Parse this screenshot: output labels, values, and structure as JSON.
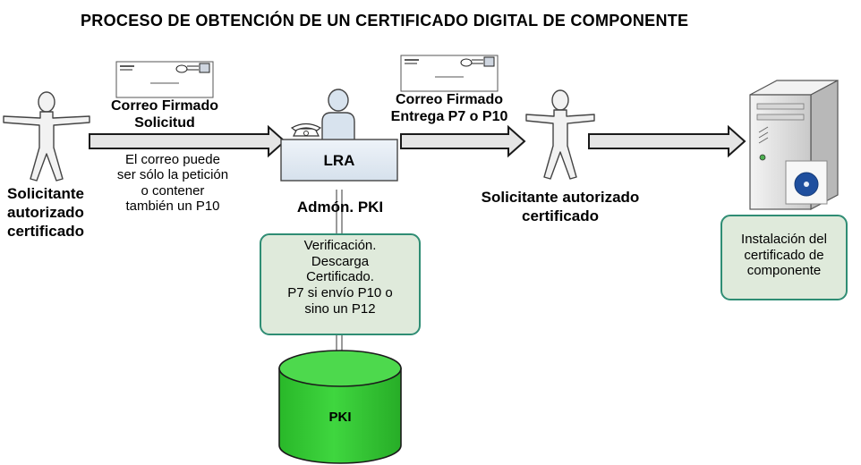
{
  "title": "PROCESO DE OBTENCIÓN DE UN CERTIFICADO DIGITAL DE COMPONENTE",
  "actors": {
    "left": [
      "Solicitante",
      "autorizado",
      "certificado"
    ],
    "middle": [
      "Solicitante autorizado",
      "certificado"
    ]
  },
  "mail1": {
    "line1": "Correo Firmado",
    "line2": "Solicitud"
  },
  "mail2": {
    "line1": "Correo Firmado",
    "line2": "Entrega P7 o P10"
  },
  "note_left": [
    "El correo puede",
    "ser sólo la petición",
    "o contener",
    "también un P10"
  ],
  "lra": {
    "label": "LRA",
    "caption": "Admón. PKI"
  },
  "verification_box": [
    "Verificación.",
    "Descarga",
    "Certificado.",
    "P7 si envío P10 o",
    "sino un P12"
  ],
  "install_box": [
    "Instalación del",
    "certificado de",
    "componente"
  ],
  "database": {
    "label": "PKI"
  },
  "colors": {
    "arrow_fill": "#e5e5e5",
    "arrow_stroke": "#1a1a1a",
    "box_fill": "#dfeadb",
    "box_border": "#2f8d74",
    "cylinder_fill": "#33cc33",
    "cylinder_top": "#4dd94d",
    "lra_fill": "#e6eef6",
    "server_fill": "#e8e8e8",
    "disc_fill": "#1f4f9e"
  },
  "icons": [
    "person-icon",
    "envelope-icon",
    "telephone-icon",
    "server-icon",
    "database-icon"
  ]
}
